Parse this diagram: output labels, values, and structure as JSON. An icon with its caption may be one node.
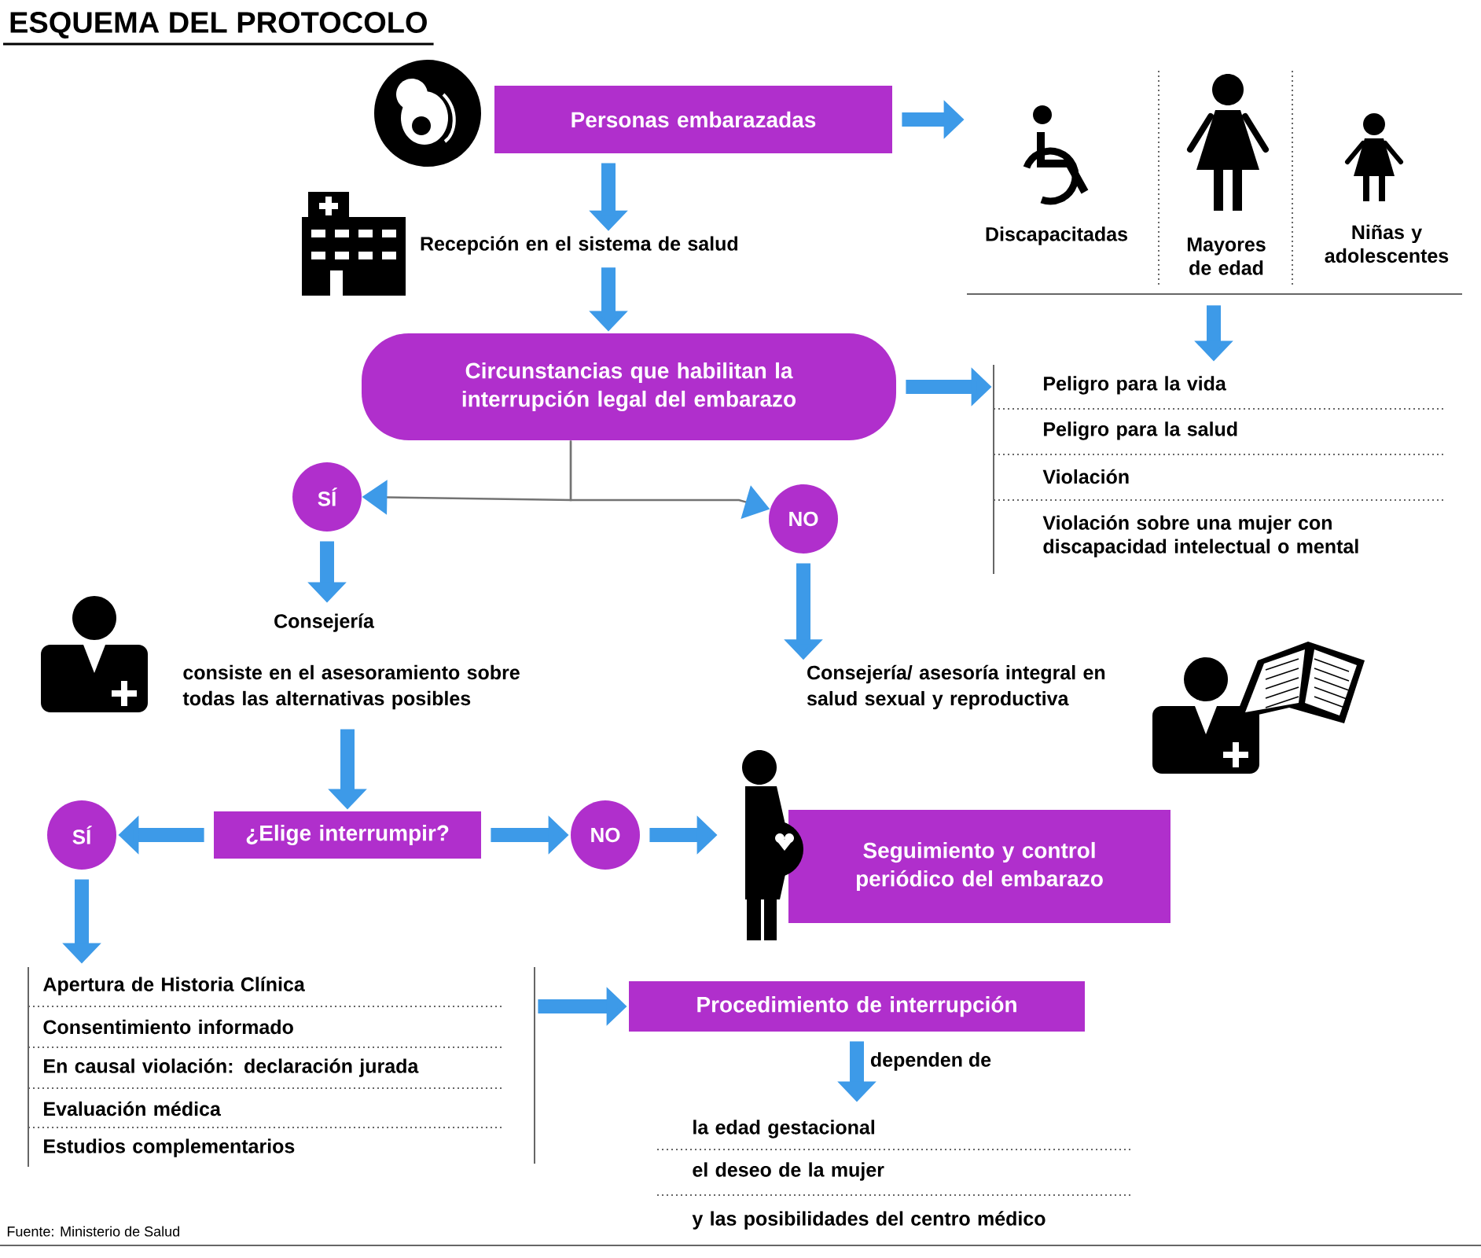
{
  "diagram": {
    "title": "ESQUEMA DEL PROTOCOLO",
    "nodes": [
      {
        "text": [
          "Personas embarazadas"
        ]
      },
      {
        "text": [
          "Recepción en el sistema de salud"
        ]
      },
      {
        "text": [
          "Circunstancias que habilitan la interrupción legal del embarazo"
        ]
      },
      {
        "text": [
          "Discapacitadas",
          "Mayores de edad",
          "Niñas y adolescentes"
        ]
      },
      {
        "text": [
          "Peligro para la vida",
          "Peligro para la salud",
          "Violación",
          "Violación sobre una mujer con discapacidad intelectual o mental"
        ]
      },
      {
        "text": [
          "SÍ"
        ]
      },
      {
        "text": [
          "NO"
        ]
      },
      {
        "text": [
          "Consejería",
          "consiste en el asesoramiento sobre todas las alternativas posibles"
        ]
      },
      {
        "text": [
          "Consejería/ asesoría integral en salud sexual y reproductiva"
        ]
      },
      {
        "text": [
          "SÍ"
        ]
      },
      {
        "text": [
          "¿Elige interrumpir?"
        ]
      },
      {
        "text": [
          "NO"
        ]
      },
      {
        "text": [
          "Seguimiento y control periódico del embarazo"
        ]
      },
      {
        "text": [
          "Apertura de Historia Clínica",
          "Consentimiento informado",
          "En causal violación: declaración jurada",
          "Evaluación médica",
          "Estudios complementarios"
        ]
      },
      {
        "text": [
          "Procedimiento de interrupción"
        ]
      },
      {
        "text": [
          "la edad gestacional",
          "el deseo de la mujer",
          "y las posibilidades del centro médico"
        ]
      }
    ],
    "edges": [
      {
        "from": 0,
        "to": 1,
        "arrow": "to"
      },
      {
        "from": 1,
        "to": 2,
        "arrow": "to"
      },
      {
        "from": 0,
        "to": 3,
        "arrow": "to"
      },
      {
        "from": 3,
        "to": 4,
        "arrow": "to"
      },
      {
        "from": 2,
        "to": 4,
        "arrow": "to"
      },
      {
        "from": 2,
        "to": 5,
        "arrow": "to",
        "color": "#737373"
      },
      {
        "from": 2,
        "to": 6,
        "arrow": "to",
        "color": "#737373"
      },
      {
        "from": 5,
        "to": 7,
        "arrow": "to"
      },
      {
        "from": 6,
        "to": 8,
        "arrow": "to"
      },
      {
        "from": 7,
        "to": 10,
        "arrow": "to"
      },
      {
        "from": 10,
        "to": 9,
        "arrow": "to"
      },
      {
        "from": 10,
        "to": 11,
        "arrow": "to"
      },
      {
        "from": 11,
        "to": 12,
        "arrow": "to"
      },
      {
        "from": 9,
        "to": 13,
        "arrow": "to"
      },
      {
        "from": 13,
        "to": 14,
        "arrow": "to"
      },
      {
        "from": 14,
        "to": 15,
        "arrow": "to",
        "label": "dependen de"
      }
    ],
    "labels": [
      "Fuente: Ministerio de Salud"
    ]
  }
}
